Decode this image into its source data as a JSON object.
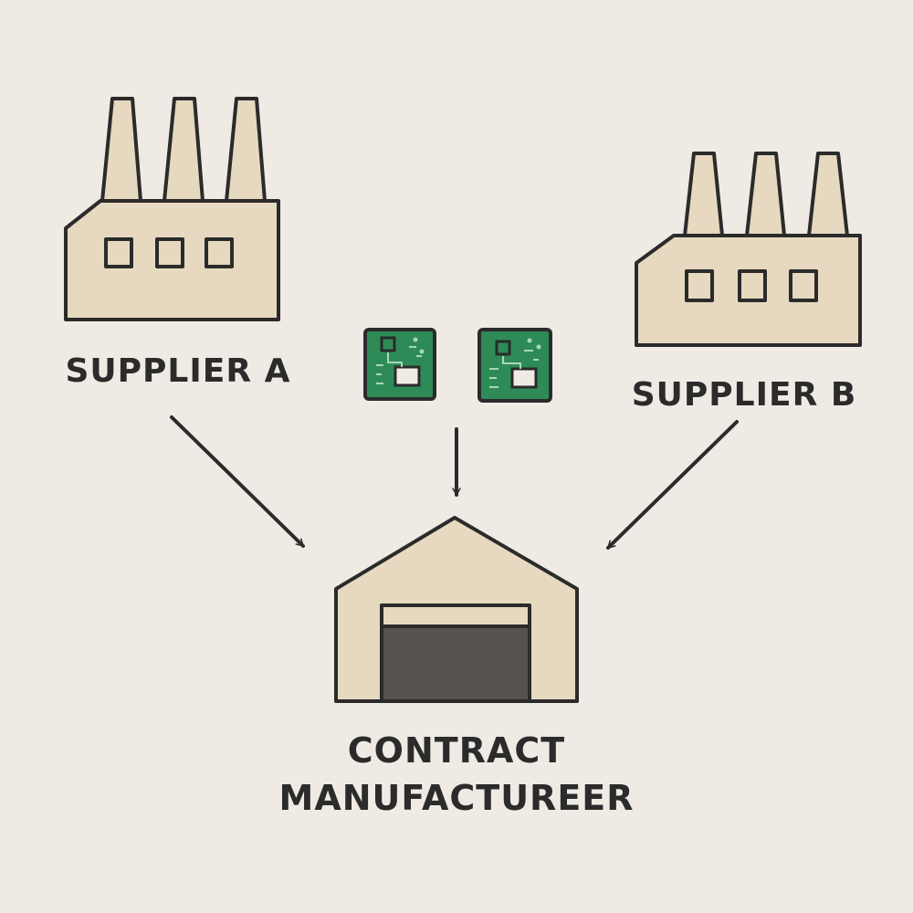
{
  "nodes": {
    "supplier_a": {
      "label": "SUPPLIER A"
    },
    "supplier_b": {
      "label": "SUPPLIER B"
    },
    "contract_manufacturer": {
      "label_line1": "CONTRACT",
      "label_line2": "MANUFACTUREER"
    }
  },
  "icons": {
    "supplier_a": "factory-icon",
    "supplier_b": "factory-icon",
    "chip_left": "circuit-board-icon",
    "chip_right": "circuit-board-icon",
    "manufacturer": "warehouse-icon"
  },
  "edges": [
    {
      "from": "supplier_a",
      "to": "contract_manufacturer"
    },
    {
      "from": "circuit_boards",
      "to": "contract_manufacturer"
    },
    {
      "from": "supplier_b",
      "to": "contract_manufacturer"
    }
  ],
  "colors": {
    "background": "#efebe4",
    "building_fill": "#e6d9bf",
    "outline": "#2b2b2b",
    "board_green": "#2e8b57",
    "door_dark": "#57524d"
  }
}
